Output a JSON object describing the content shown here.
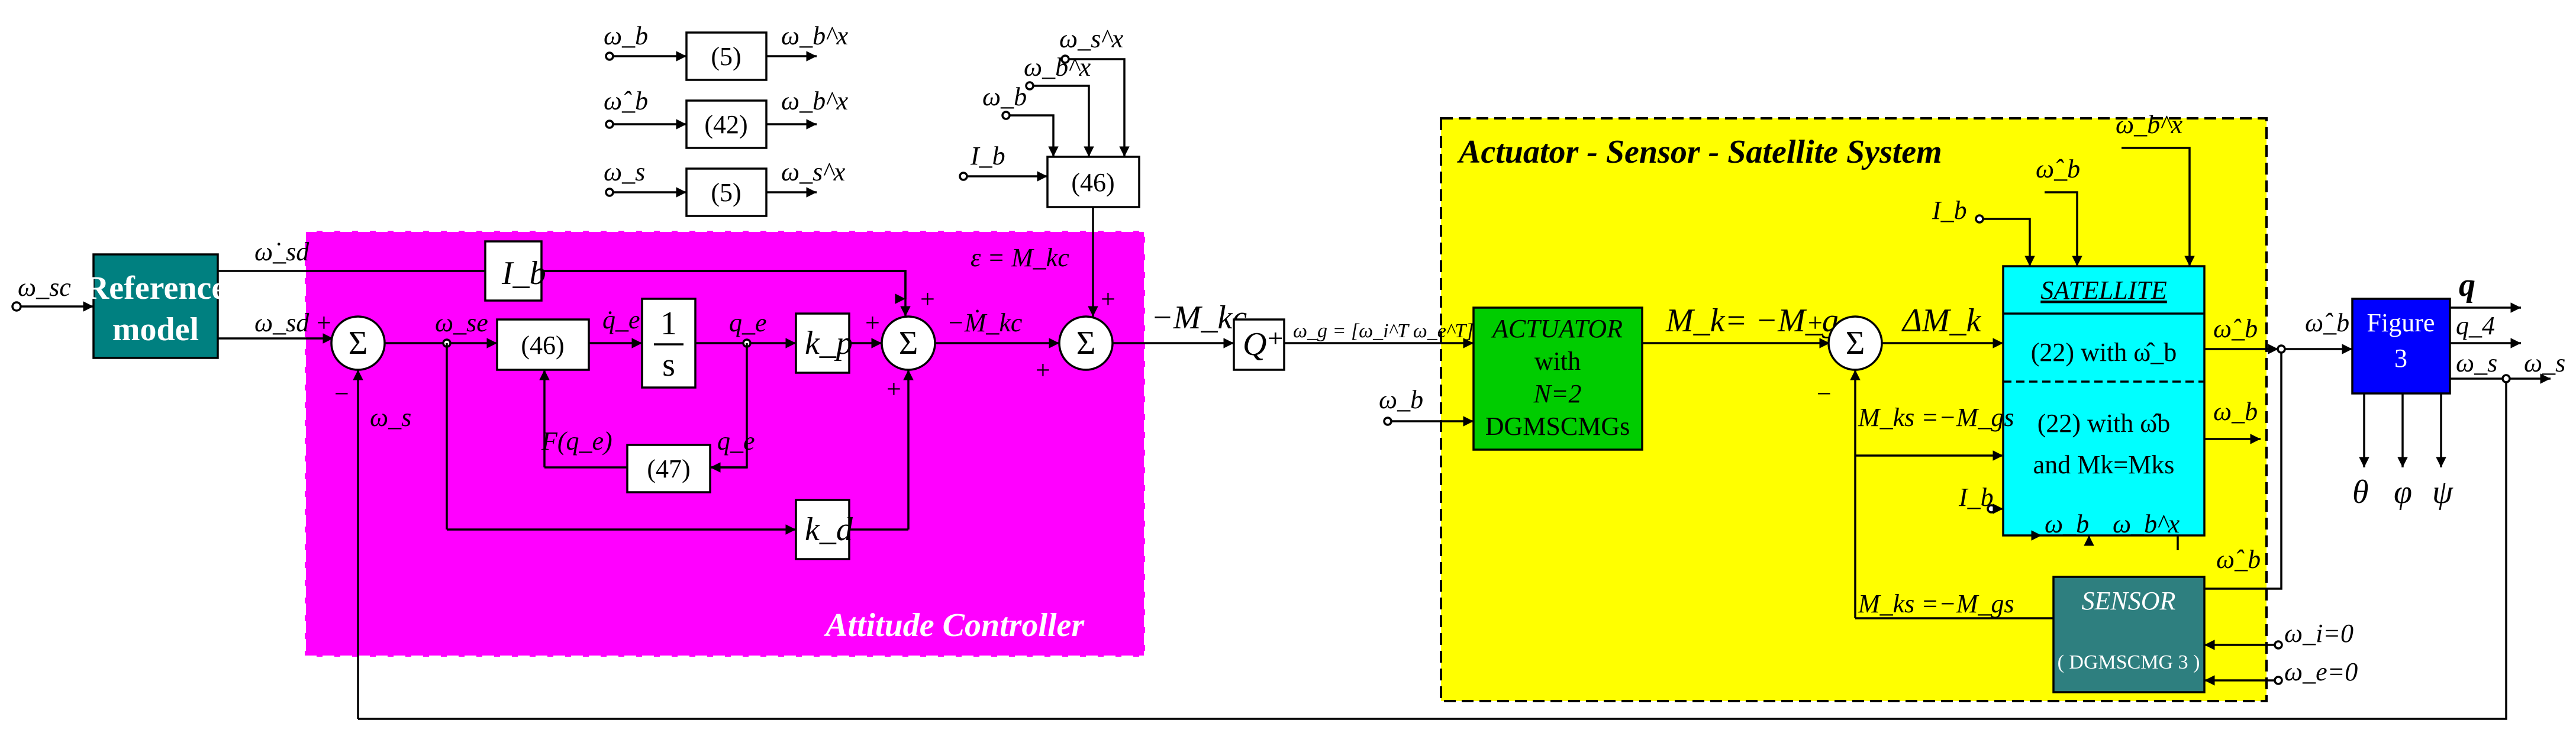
{
  "inputs": {
    "w_sc": "ω_sc",
    "w_b": "ω_b",
    "w_b_hat": "ω̂_b",
    "w_s": "ω_s",
    "w_b_x": "ω_b^x",
    "w_s_x": "ω_s^x",
    "I_b": "I_b",
    "w_i_zero": "ω_i=0",
    "w_e_zero": "ω_e=0"
  },
  "blocks": {
    "reference_model": "Reference model",
    "eq5_a": "(5)",
    "eq42": "(42)",
    "eq5_b": "(5)",
    "eq46_top": "(46)",
    "eq46_ctrl": "(46)",
    "eq47": "(47)",
    "integrator_num": "1",
    "integrator_den": "s",
    "gain_Ib": "I_b",
    "gain_kp": "k_p",
    "gain_kd": "k_d",
    "pseudo_inverse": "Q⁺",
    "actuator": [
      "ACTUATOR",
      "with",
      "N=2",
      "DGMSCMGs"
    ],
    "satellite_title": "SATELLITE",
    "satellite_upper": "(22) with ω̂_b",
    "satellite_lower": [
      "(22) with ω̂_b",
      "and  M_k=M_ks"
    ],
    "sensor": [
      "SENSOR",
      "( DGMSCMG 3 )"
    ],
    "figure3": [
      "Figure",
      "3"
    ],
    "sum": "Σ"
  },
  "regions": {
    "controller": "Attitude Controller",
    "system": "Actuator - Sensor - Satellite System"
  },
  "signals": {
    "w_sd_dot": "ω̇_sd",
    "w_sd": "ω_sd",
    "w_se": "ω_se",
    "q_e_dot": "q̇_e",
    "q_e": "q_e",
    "F_qe": "F(q_e)",
    "eps": "ε = M_kc",
    "M_kc_dot": "−Ṁ_kc",
    "minus_M_kc": "−M_kc",
    "w_g": "ω_g = [ω_i^T ω_e^T]^T",
    "M_k": "M_k= −M_g",
    "dM_k": "ΔM_k",
    "M_ks": "M_ks =−M_gs",
    "w_b_hat_out": "ω̂_b",
    "w_b_out": "ω_b",
    "q": "q",
    "q4": "q_4",
    "w_s_out": "ω_s",
    "w_s_feedback": "ω_s",
    "theta": "θ",
    "phi": "φ",
    "psi": "ψ",
    "plus": "+",
    "minus": "−"
  },
  "colors": {
    "controller_region": "#ff00ff",
    "system_region": "#ffff00",
    "reference_model": "#008080",
    "actuator": "#00cc00",
    "satellite": "#00ffff",
    "sensor": "#2e7f7f",
    "figure3": "#0000ff"
  }
}
